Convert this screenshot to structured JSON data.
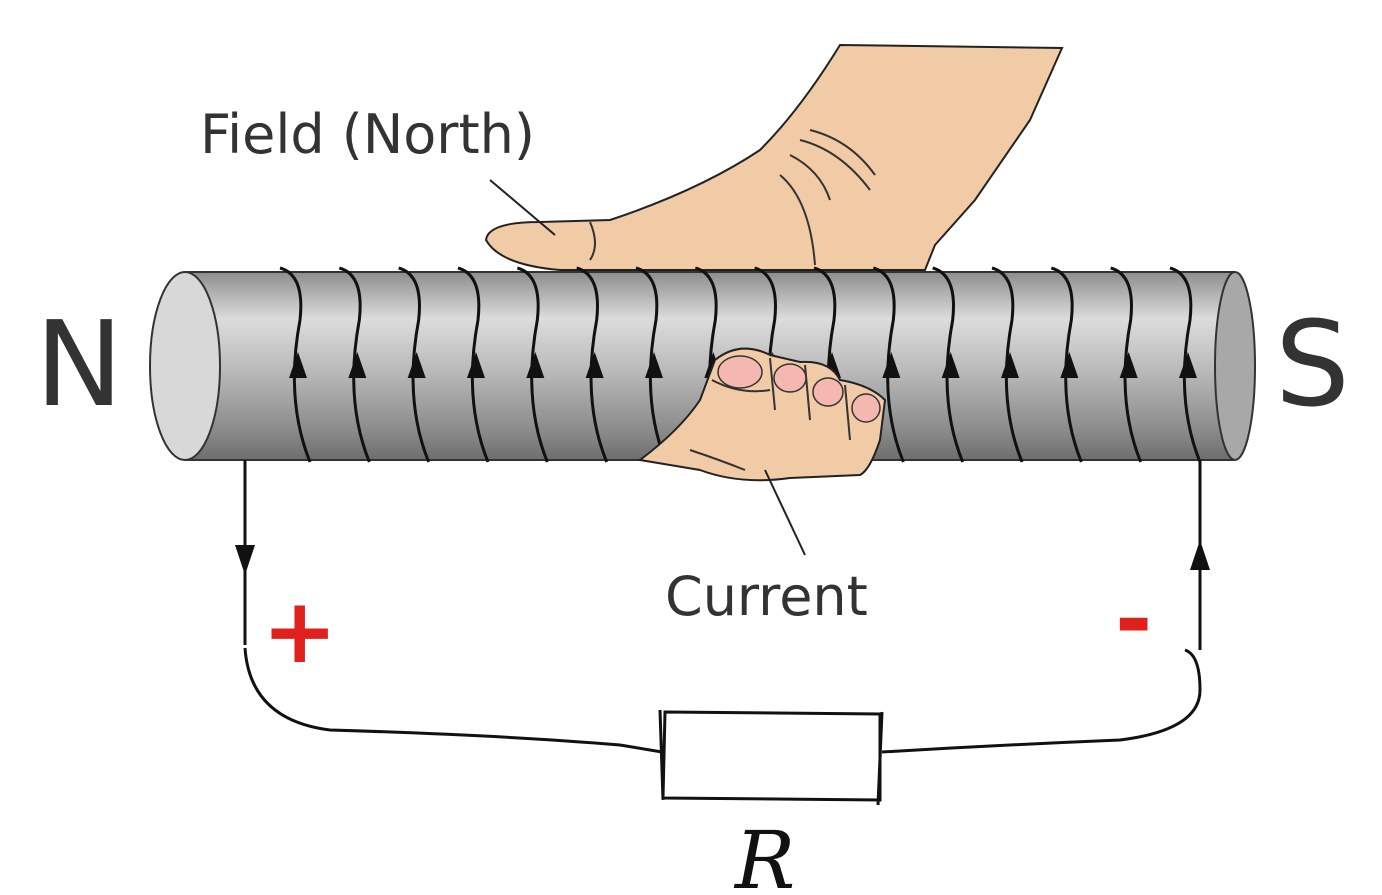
{
  "labels": {
    "field": "Field (North)",
    "north": "N",
    "south": "S",
    "current": "Current",
    "plus": "+",
    "minus": "-",
    "resistor": "R"
  },
  "coil": {
    "turns": 16
  },
  "colors": {
    "rod": "#b9b9b9",
    "skin": "#f1caa6",
    "polarity": "#e0201c",
    "line": "#111111"
  }
}
